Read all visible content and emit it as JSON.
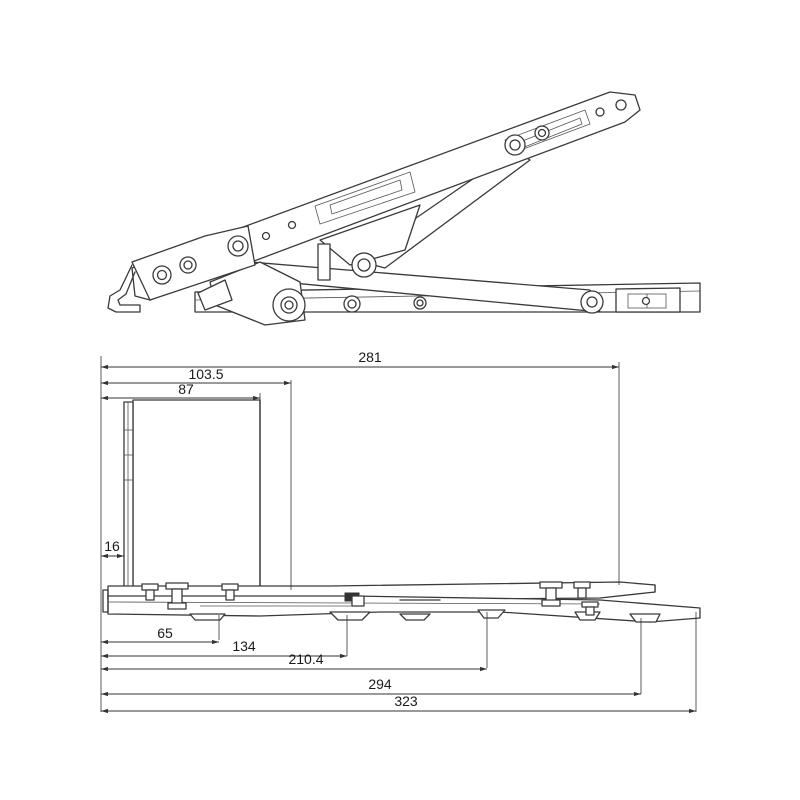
{
  "drawing": {
    "views": [
      "side-view",
      "top-view"
    ],
    "dimensions": [
      {
        "id": "d281",
        "label": "281"
      },
      {
        "id": "d103_5",
        "label": "103.5"
      },
      {
        "id": "d87",
        "label": "87"
      },
      {
        "id": "d16",
        "label": "16"
      },
      {
        "id": "d65",
        "label": "65"
      },
      {
        "id": "d134",
        "label": "134"
      },
      {
        "id": "d210_4",
        "label": "210.4"
      },
      {
        "id": "d294",
        "label": "294"
      },
      {
        "id": "d323",
        "label": "323"
      }
    ]
  }
}
